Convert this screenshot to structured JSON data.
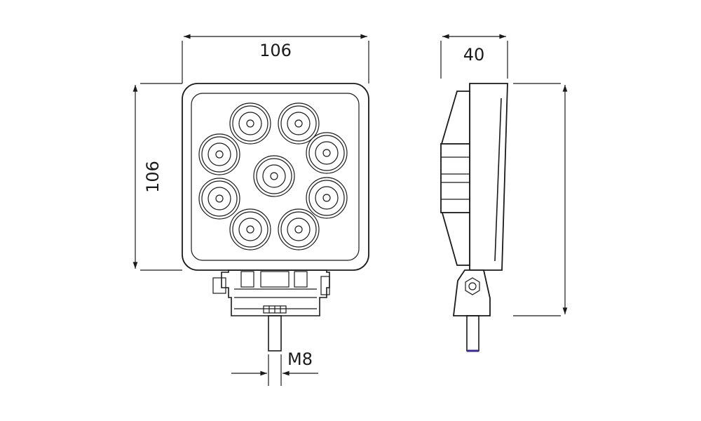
{
  "dimensions": {
    "front_width": "106",
    "front_height": "106",
    "side_depth": "40",
    "thread": "M8"
  },
  "colors": {
    "line": "#1a1a1a",
    "bolt_tip": "#3a2a8a"
  }
}
